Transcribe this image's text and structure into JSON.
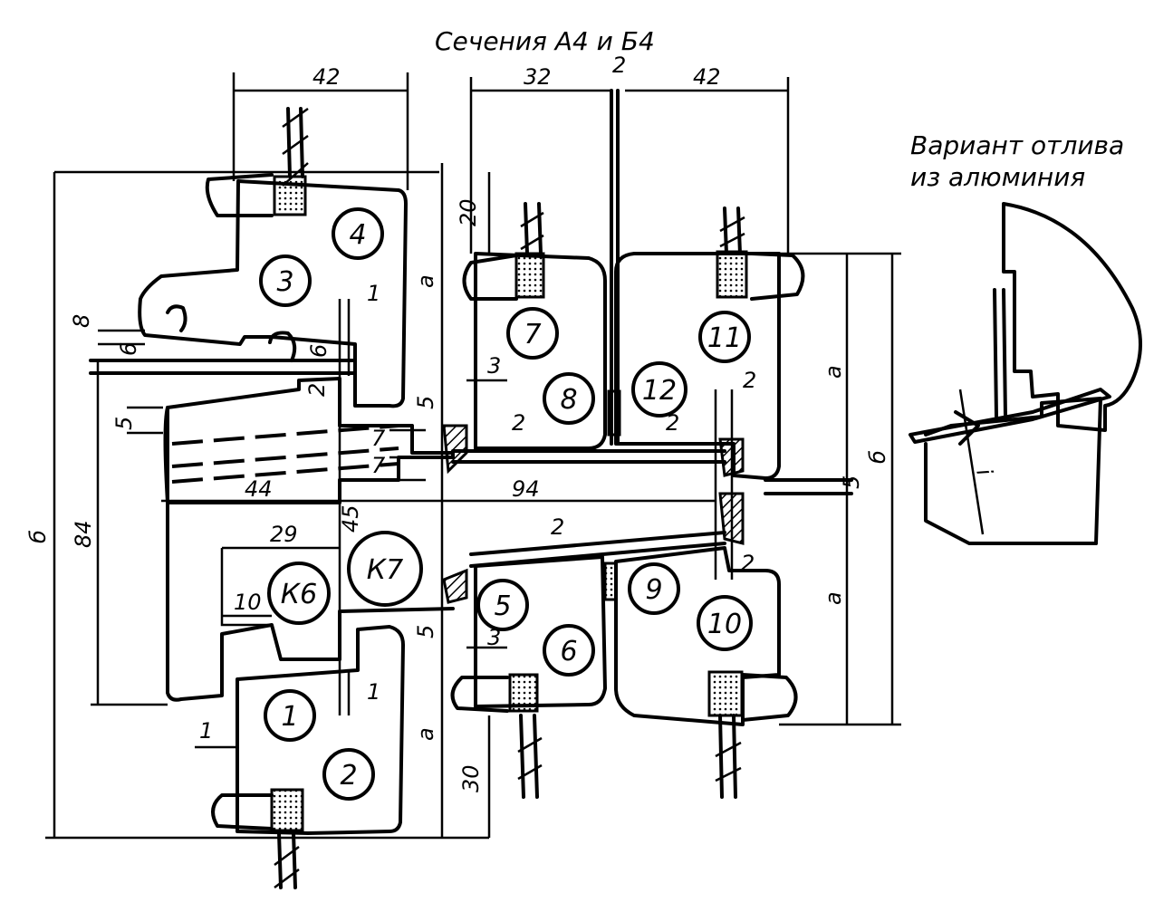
{
  "title": "Сечения А4 и Б4",
  "variant_caption": [
    "Вариант отлива",
    "из алюминия"
  ],
  "part_numbers": [
    "1",
    "2",
    "3",
    "4",
    "5",
    "6",
    "7",
    "8",
    "9",
    "10",
    "11",
    "12",
    "К6",
    "К7"
  ],
  "dimensions": {
    "top_42_left": "42",
    "top_32": "32",
    "top_2": "2",
    "top_42_right": "42",
    "d20": "20",
    "d30": "30",
    "d44": "44",
    "d94": "94",
    "d29": "29",
    "d45": "45",
    "d84": "84",
    "d10": "10",
    "d1_a": "1",
    "d1_b": "1",
    "d1_c": "1",
    "d3_a": "3",
    "d3_b": "3",
    "d2_a": "2",
    "d2_b": "2",
    "d2_c": "2",
    "d2_d": "2",
    "d2_e": "2",
    "d2_f": "2",
    "d5_a": "5",
    "d5_b": "5",
    "d5_c": "5",
    "d5_d": "5",
    "d7_a": "7",
    "d7_b": "7",
    "d6_a": "6",
    "d6_b": "6",
    "d8": "8",
    "var_b_left": "б",
    "var_b_right": "б",
    "var_a_1": "а",
    "var_a_2": "а",
    "var_a_3": "а",
    "var_a_4": "а",
    "var_i": "i"
  }
}
